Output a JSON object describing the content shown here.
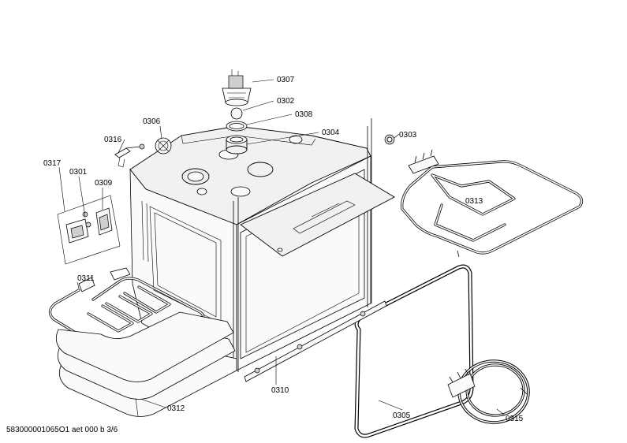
{
  "diagram": {
    "callouts": {
      "p0307": "0307",
      "p0302": "0302",
      "p0308": "0308",
      "p0304": "0304",
      "p0306": "0306",
      "p0316": "0316",
      "p0303": "0303",
      "p0317": "0317",
      "p0301": "0301",
      "p0309": "0309",
      "p0313": "0313",
      "p0311": "0311",
      "p0310": "0310",
      "p0312": "0312",
      "p0305": "0305",
      "p0315": "0315"
    },
    "footer": "583000001065O1 aet 000 b 3/6"
  }
}
